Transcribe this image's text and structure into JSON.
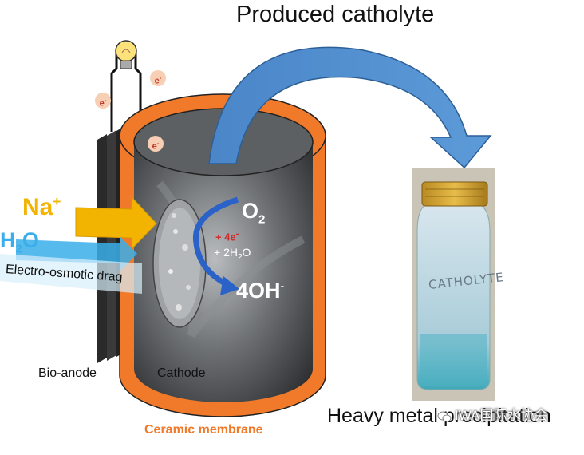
{
  "diagram": {
    "title": "Produced catholyte",
    "ions": {
      "na": "Na",
      "na_charge": "+",
      "h2o_h": "H",
      "h2o_sub": "2",
      "h2o_o": "O",
      "drag": "Electro-osmotic drag"
    },
    "electron_label": "e",
    "electron_charge": "-",
    "reaction": {
      "o2": "O",
      "o2_sub": "2",
      "electrons": "+ 4e",
      "water_pre": "+ 2H",
      "water_sub": "2",
      "water_post": "O",
      "product": "4OH",
      "product_charge": "-"
    },
    "labels": {
      "bio_anode": "Bio-anode",
      "cathode": "Cathode",
      "membrane": "Ceramic membrane",
      "precipitation": "Heavy metal precipitation"
    },
    "bottle_label": "CATHOLYTE",
    "watermark": "IWA国际水协会",
    "colors": {
      "membrane_orange": "#f07a2a",
      "sodium_yellow": "#f2b400",
      "water_blue": "#3aaeea",
      "arrow_blue": "#3b7fd0"
    }
  }
}
